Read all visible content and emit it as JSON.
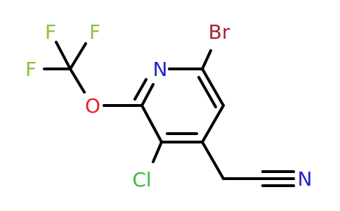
{
  "molecule": {
    "atoms": {
      "fluorine_top_left": "F",
      "fluorine_top_right": "F",
      "fluorine_left": "F",
      "oxygen": "O",
      "ring_nitrogen": "N",
      "bromine": "Br",
      "chlorine": "Cl",
      "nitrile_nitrogen": "N"
    },
    "colors": {
      "bond": "#000000",
      "fluorine": "#8fc03c",
      "oxygen": "#e8201e",
      "nitrogen": "#2323c8",
      "bromine": "#a2262a",
      "chlorine": "#3cb83c"
    }
  }
}
